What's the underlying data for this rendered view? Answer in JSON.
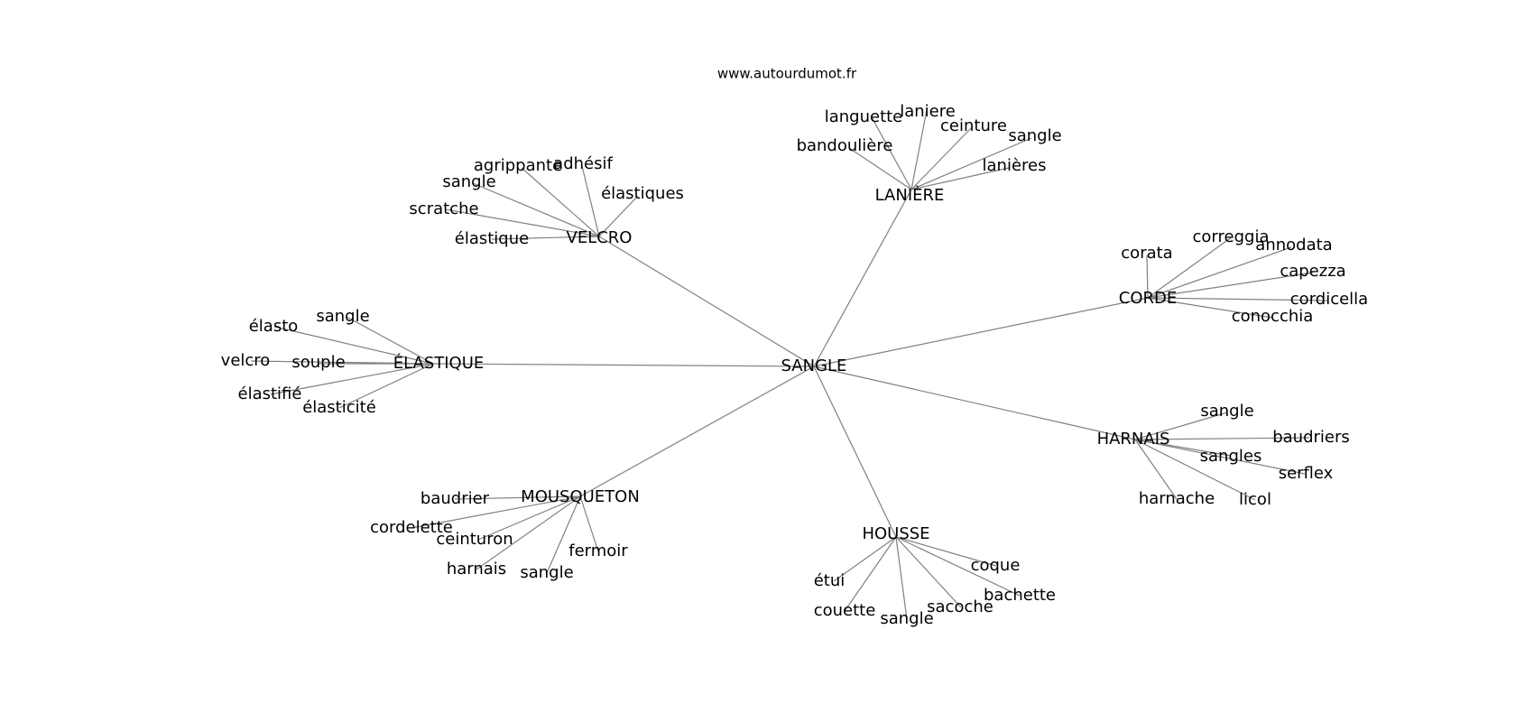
{
  "source": "www.autourdumot.fr",
  "root": "SANGLE",
  "clusters": [
    {
      "label": "LANIÈRE",
      "leaves": [
        "languette",
        "laniere",
        "ceinture",
        "sangle",
        "bandoulière",
        "lanières"
      ]
    },
    {
      "label": "VELCRO",
      "leaves": [
        "agrippante",
        "adhésif",
        "sangle",
        "élastiques",
        "scratche",
        "élastique"
      ]
    },
    {
      "label": "CORDE",
      "leaves": [
        "corata",
        "correggia",
        "annodata",
        "capezza",
        "cordicella",
        "conocchia"
      ]
    },
    {
      "label": "ÉLASTIQUE",
      "leaves": [
        "sangle",
        "élasto",
        "velcro",
        "souple",
        "élastifié",
        "élasticité"
      ]
    },
    {
      "label": "HARNAIS",
      "leaves": [
        "sangle",
        "baudriers",
        "sangles",
        "serflex",
        "harnache",
        "licol"
      ]
    },
    {
      "label": "MOUSQUETON",
      "leaves": [
        "baudrier",
        "cordelette",
        "ceinturon",
        "fermoir",
        "harnais",
        "sangle"
      ]
    },
    {
      "label": "HOUSSE",
      "leaves": [
        "coque",
        "étui",
        "bachette",
        "sacoche",
        "couette",
        "sangle"
      ]
    }
  ]
}
